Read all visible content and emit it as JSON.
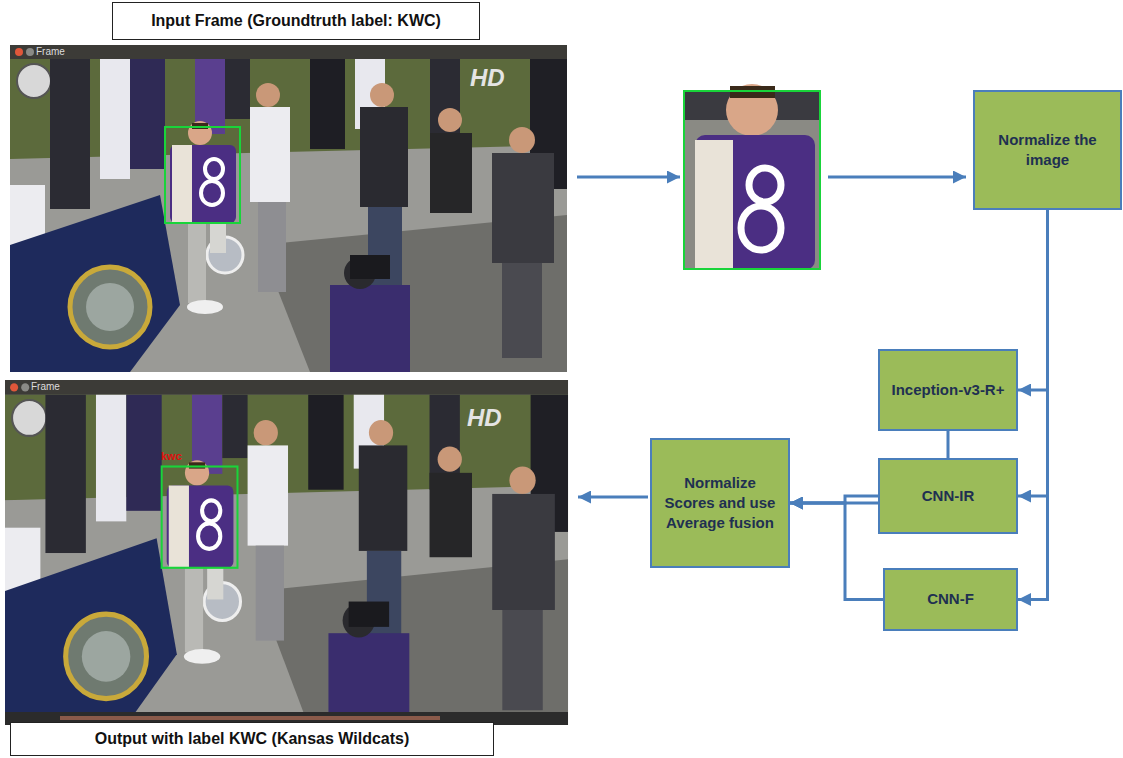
{
  "diagram": {
    "nodes": [
      {
        "text": [
          "Input Frame (Groundtruth label: KWC)"
        ]
      },
      {
        "text": [
          "Normalize the image"
        ]
      },
      {
        "text": [
          "Inception-v3-R+"
        ]
      },
      {
        "text": [
          "CNN-IR"
        ]
      },
      {
        "text": [
          "CNN-F"
        ]
      },
      {
        "text": [
          "Normalize Scores and use Average fusion"
        ]
      },
      {
        "text": [
          "Output with label KWC (Kansas Wildcats)"
        ]
      }
    ],
    "edges": [
      {
        "from": 1,
        "to": 2,
        "arrow": "to"
      },
      {
        "from": 1,
        "to": 3,
        "arrow": "to"
      },
      {
        "from": 1,
        "to": 4,
        "arrow": "to"
      },
      {
        "from": 2,
        "to": 5,
        "arrow": "to"
      },
      {
        "from": 3,
        "to": 5,
        "arrow": "to"
      },
      {
        "from": 4,
        "to": 5,
        "arrow": "to"
      }
    ],
    "labels": [
      "Frame",
      "HD",
      "Frame",
      "HD",
      "kwc"
    ]
  }
}
